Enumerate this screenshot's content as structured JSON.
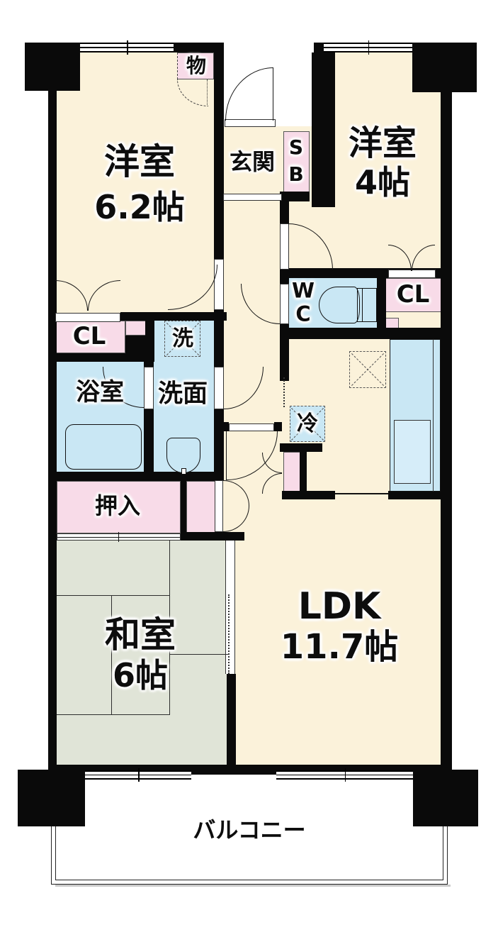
{
  "title": "間取り図 (2LDK floor plan)",
  "colors": {
    "wall": "#0a0a0a",
    "room_cream": "#fbf2da",
    "tatami_green": "#e0e4d7",
    "water_blue": "#c9e7f4",
    "closet_pink": "#f8dbe8",
    "sink_blue": "#d6edf9"
  },
  "rooms": {
    "western1": {
      "name": "洋室",
      "size": "6.2帖"
    },
    "western2": {
      "name": "洋室",
      "size": "4帖"
    },
    "japanese": {
      "name": "和室",
      "size": "6帖"
    },
    "ldk": {
      "name": "LDK",
      "size": "11.7帖"
    }
  },
  "labels": {
    "entrance": "玄関",
    "shoe_box_s": "S",
    "shoe_box_b": "B",
    "storage": "物",
    "closet_left": "CL",
    "closet_right": "CL",
    "wc_w": "W",
    "wc_c": "C",
    "washer": "洗",
    "washroom": "洗面",
    "bathroom": "浴室",
    "oshiire": "押入",
    "fridge": "冷",
    "balcony": "バルコニー"
  }
}
